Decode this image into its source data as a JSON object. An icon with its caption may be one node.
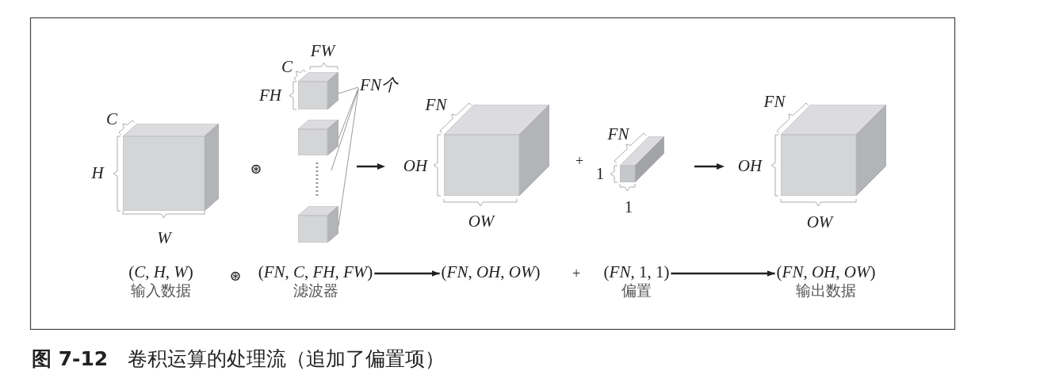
{
  "diagram": {
    "caption": "**图 7-12**　卷积运算的处理流（追加了偏置项）",
    "nodes": [
      {
        "text": [],
        "shape": "cube"
      },
      {
        "text": [],
        "shape": "cube"
      },
      {
        "text": [],
        "shape": "cube"
      },
      {
        "text": [],
        "shape": "cube"
      },
      {
        "text": [
          "FN个"
        ]
      },
      {
        "text": [],
        "shape": "cube"
      },
      {
        "text": [],
        "shape": "bar"
      },
      {
        "text": [],
        "shape": "cube"
      },
      {
        "text": [
          "(*C*, *H*, *W*)",
          "输入数据"
        ]
      },
      {
        "text": [
          "(*FN*, *C*, *FH*, *FW*)",
          "滤波器"
        ]
      },
      {
        "text": [
          "(*FN*, *OH*, *OW*)"
        ]
      },
      {
        "text": [
          "(*FN*, 1, 1)",
          "偏置"
        ]
      },
      {
        "text": [
          "(*FN*, *OH*, *OW*)",
          "输出数据"
        ]
      }
    ],
    "edges": [
      {
        "from": 4,
        "to": 1,
        "arrow": "none"
      },
      {
        "from": 4,
        "to": 2,
        "arrow": "none"
      },
      {
        "from": 4,
        "to": null,
        "arrow": "none"
      },
      {
        "from": 4,
        "to": 3,
        "arrow": "none"
      },
      {
        "from": 9,
        "to": 10,
        "arrow": "to",
        "color": "#222222"
      },
      {
        "from": 11,
        "to": 12,
        "arrow": "to",
        "color": "#222222"
      }
    ],
    "labels": [
      "C",
      "H",
      "W",
      "⊛",
      "FW",
      "C",
      "FH",
      "FN",
      "OH",
      "OW",
      "+",
      "FN",
      "1",
      "1",
      "FN",
      "OH",
      "OW",
      "⊛",
      "+"
    ]
  }
}
